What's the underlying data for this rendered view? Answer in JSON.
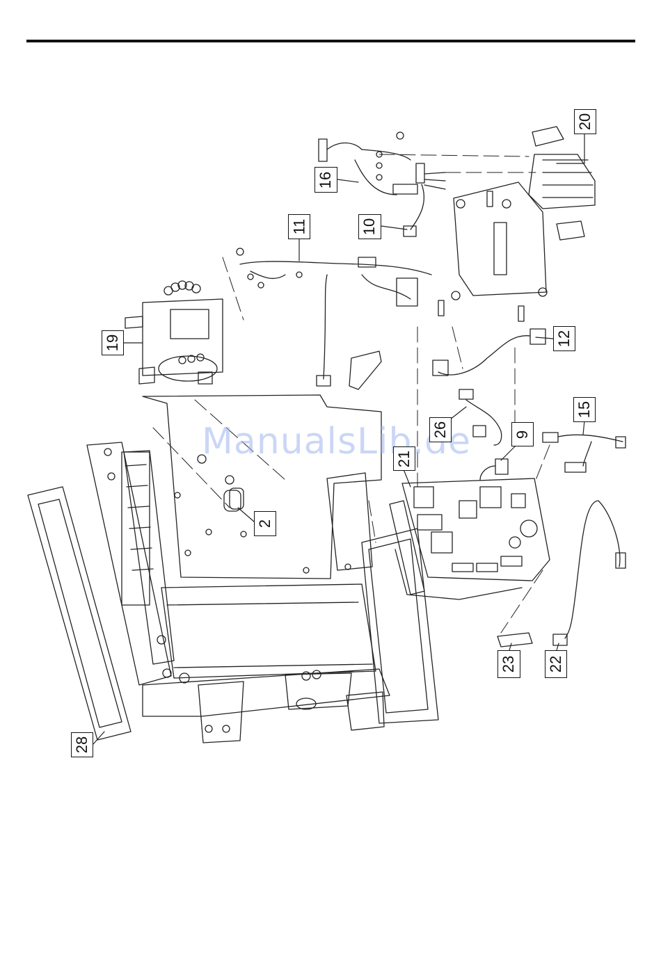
{
  "callouts": [
    {
      "id": "c20",
      "label": "20"
    },
    {
      "id": "c16",
      "label": "16"
    },
    {
      "id": "c10",
      "label": "10"
    },
    {
      "id": "c11",
      "label": "11"
    },
    {
      "id": "c19",
      "label": "19"
    },
    {
      "id": "c12",
      "label": "12"
    },
    {
      "id": "c15",
      "label": "15"
    },
    {
      "id": "c26",
      "label": "26"
    },
    {
      "id": "c9",
      "label": "9"
    },
    {
      "id": "c21",
      "label": "21"
    },
    {
      "id": "c2",
      "label": "2"
    },
    {
      "id": "c23",
      "label": "23"
    },
    {
      "id": "c22",
      "label": "22"
    },
    {
      "id": "c28",
      "label": "28"
    }
  ],
  "watermark": "ManualsLib.de"
}
